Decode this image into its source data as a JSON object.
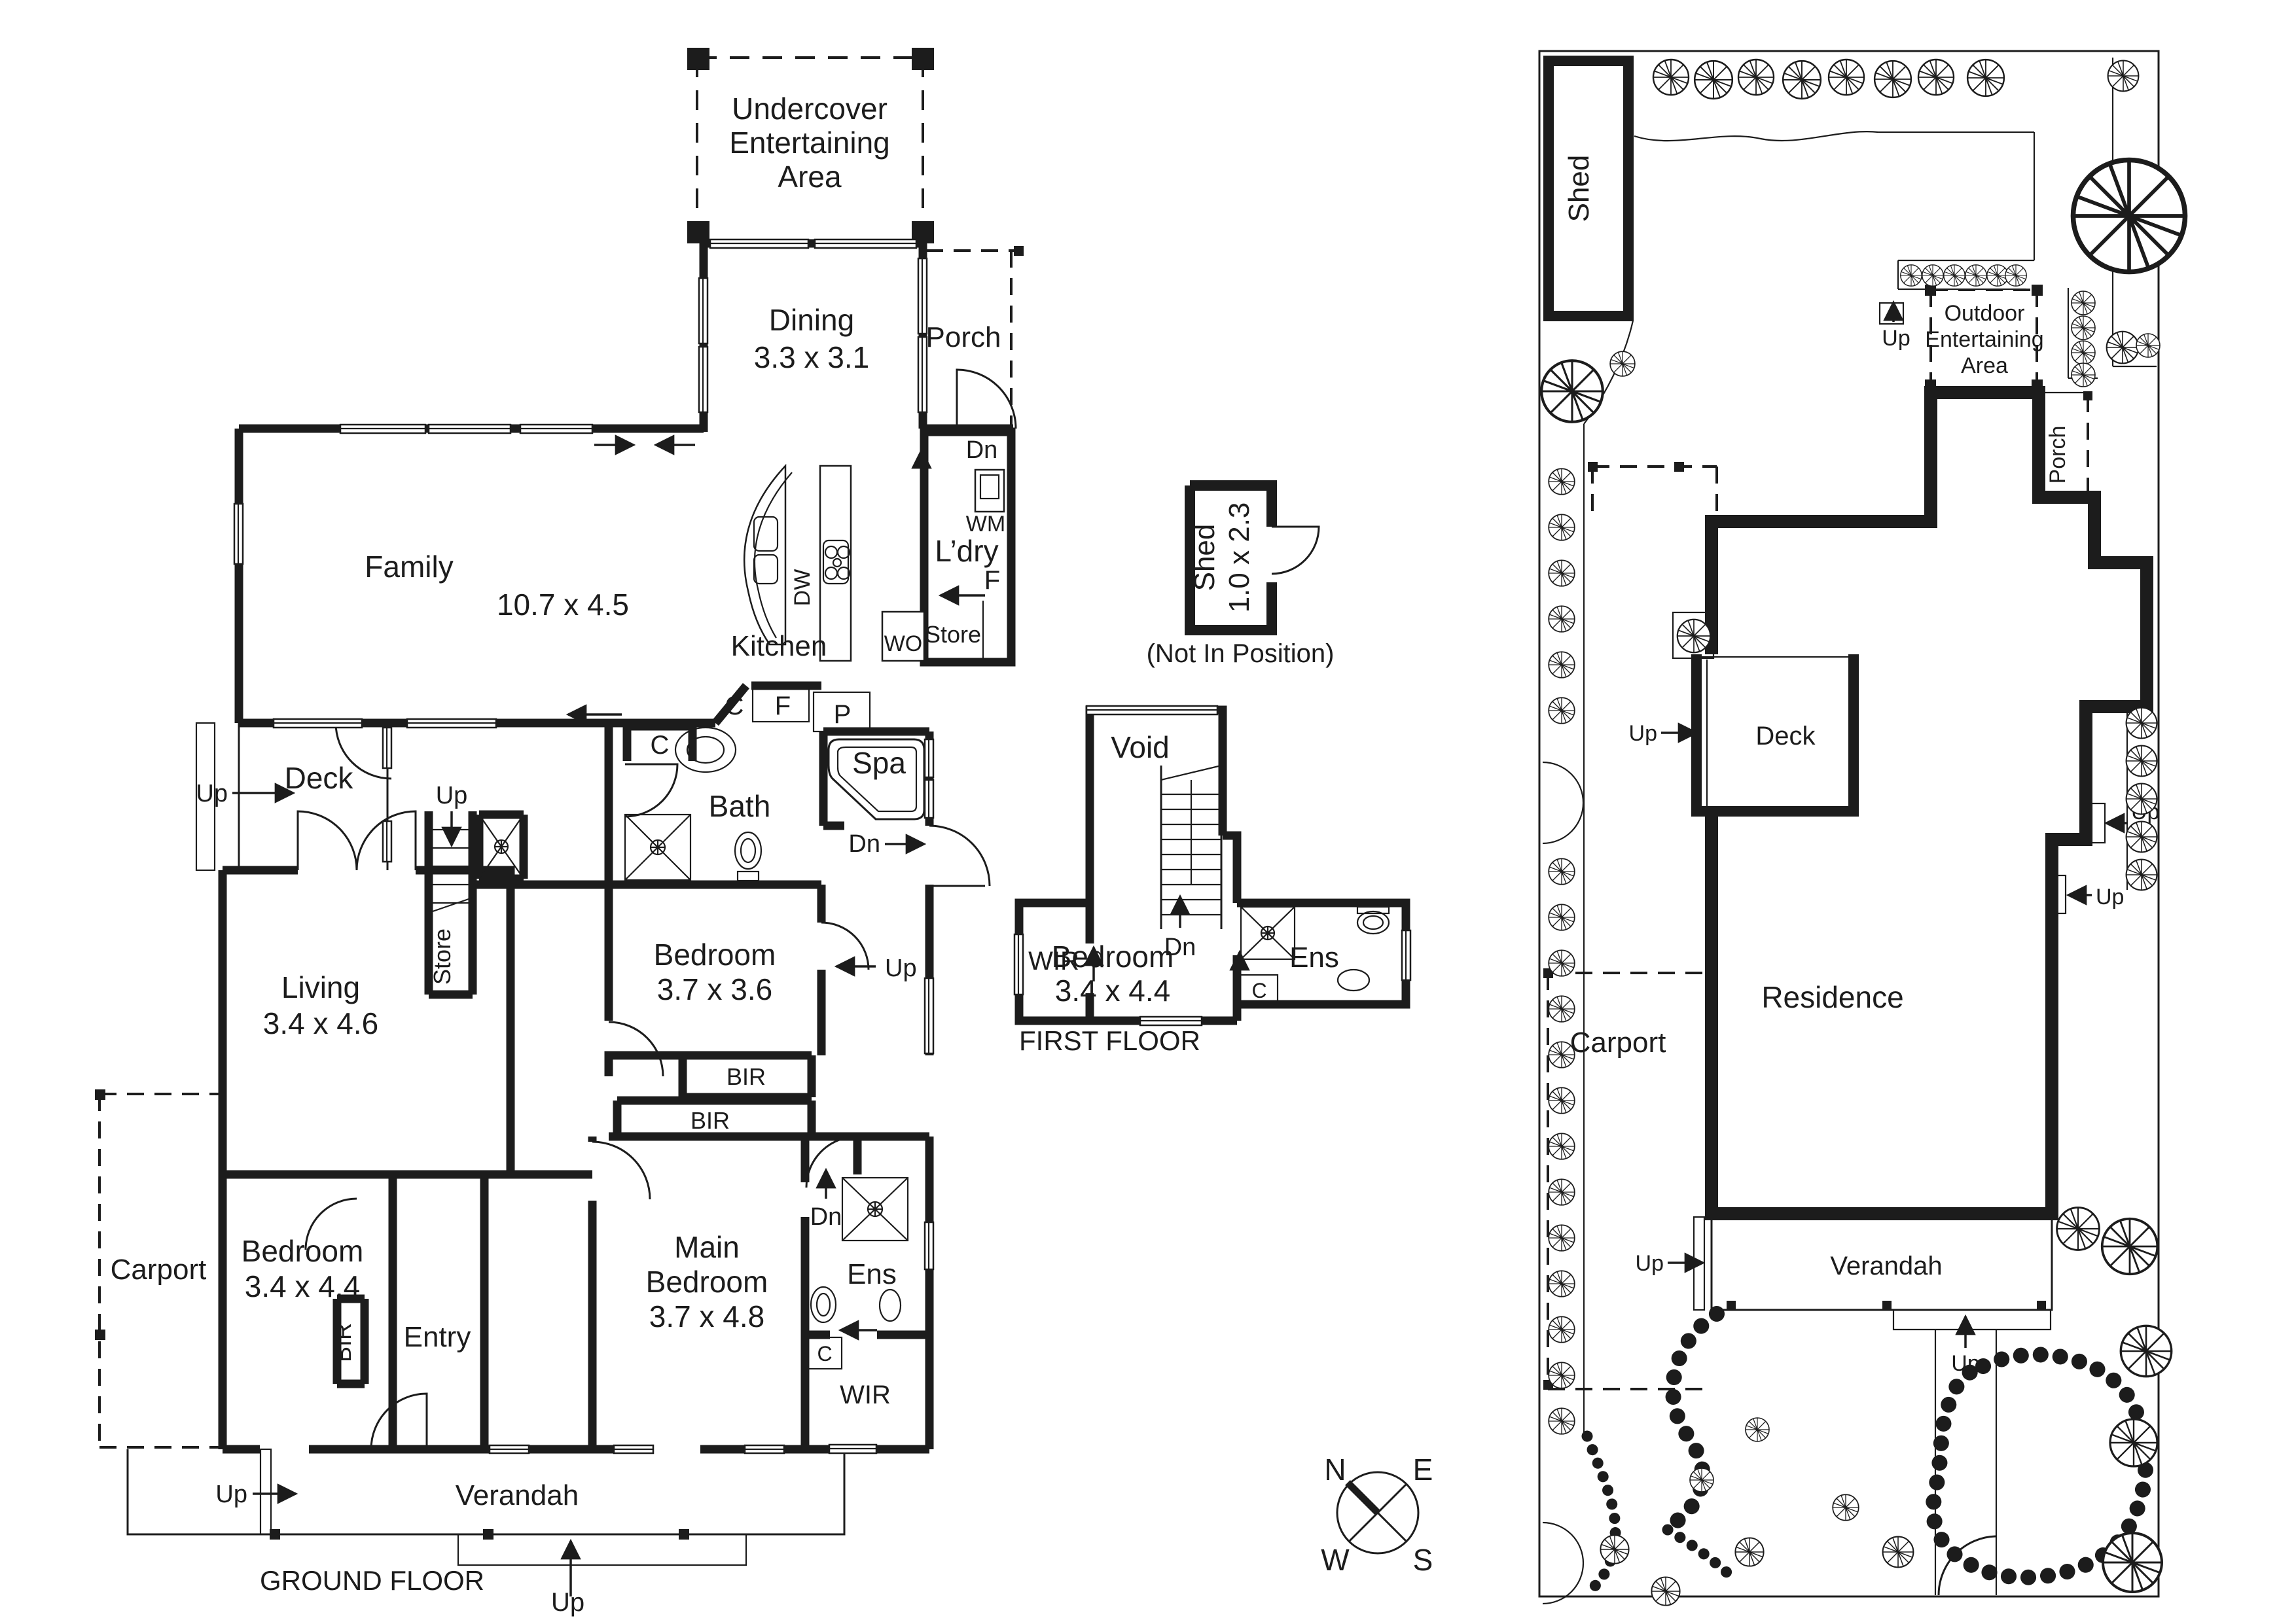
{
  "common": {
    "up": "Up",
    "dn": "Dn",
    "deck": "Deck",
    "porch": "Porch",
    "store": "Store",
    "carport": "Carport",
    "verandah": "Verandah",
    "bir": "BIR",
    "wir": "WIR",
    "ens": "Ens",
    "c": "C",
    "f": "F",
    "p": "P",
    "wm": "WM",
    "wo": "WO",
    "dw": "DW",
    "spa": "Spa",
    "bath": "Bath",
    "shed": "Shed",
    "kitchen": "Kitchen",
    "entry": "Entry",
    "void": "Void"
  },
  "ground_floor": {
    "title": "GROUND FLOOR",
    "undercover_area": {
      "line1": "Undercover",
      "line2": "Entertaining",
      "line3": "Area"
    },
    "dining": {
      "name": "Dining",
      "dims": "3.3 x 3.1"
    },
    "family": {
      "name": "Family",
      "dims": "10.7 x 4.5"
    },
    "living": {
      "name": "Living",
      "dims": "3.4 x 4.6"
    },
    "bedroom2": {
      "name": "Bedroom",
      "dims": "3.7 x 3.6"
    },
    "bedroom3": {
      "name": "Bedroom",
      "dims": "3.4 x 4.4"
    },
    "main_bedroom": {
      "line1": "Main",
      "line2": "Bedroom",
      "dims": "3.7 x 4.8"
    }
  },
  "first_floor": {
    "title": "FIRST FLOOR",
    "shed": {
      "name": "Shed",
      "dims": "1.0 x 2.3",
      "note": "(Not In Position)"
    },
    "bedroom": {
      "name": "Bedroom",
      "dims": "3.4 x 4.4"
    }
  },
  "site_plan": {
    "residence": "Residence",
    "outdoor_area": {
      "line1": "Outdoor",
      "line2": "Entertaining",
      "line3": "Area"
    }
  },
  "compass": {
    "n": "N",
    "e": "E",
    "s": "S",
    "w": "W"
  }
}
